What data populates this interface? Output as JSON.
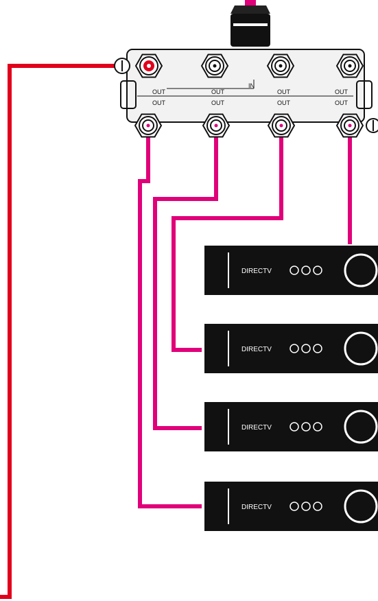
{
  "colors": {
    "input_cable": "#e0001b",
    "output_cable": "#e0007a",
    "receiver_body": "#111111",
    "splitter_body": "#f2f2f2",
    "connector_outline": "#111111"
  },
  "splitter": {
    "top_row_labels": [
      "OUT",
      "OUT",
      "IN",
      "OUT",
      "OUT"
    ],
    "bottom_row_labels": [
      "OUT",
      "OUT",
      "OUT",
      "OUT"
    ],
    "icons": [
      "ground-screw-icon",
      "ground-screw-icon",
      "coax-port-icon"
    ]
  },
  "receivers": [
    {
      "brand": "DIRECTV"
    },
    {
      "brand": "DIRECTV"
    },
    {
      "brand": "DIRECTV"
    },
    {
      "brand": "DIRECTV"
    }
  ]
}
